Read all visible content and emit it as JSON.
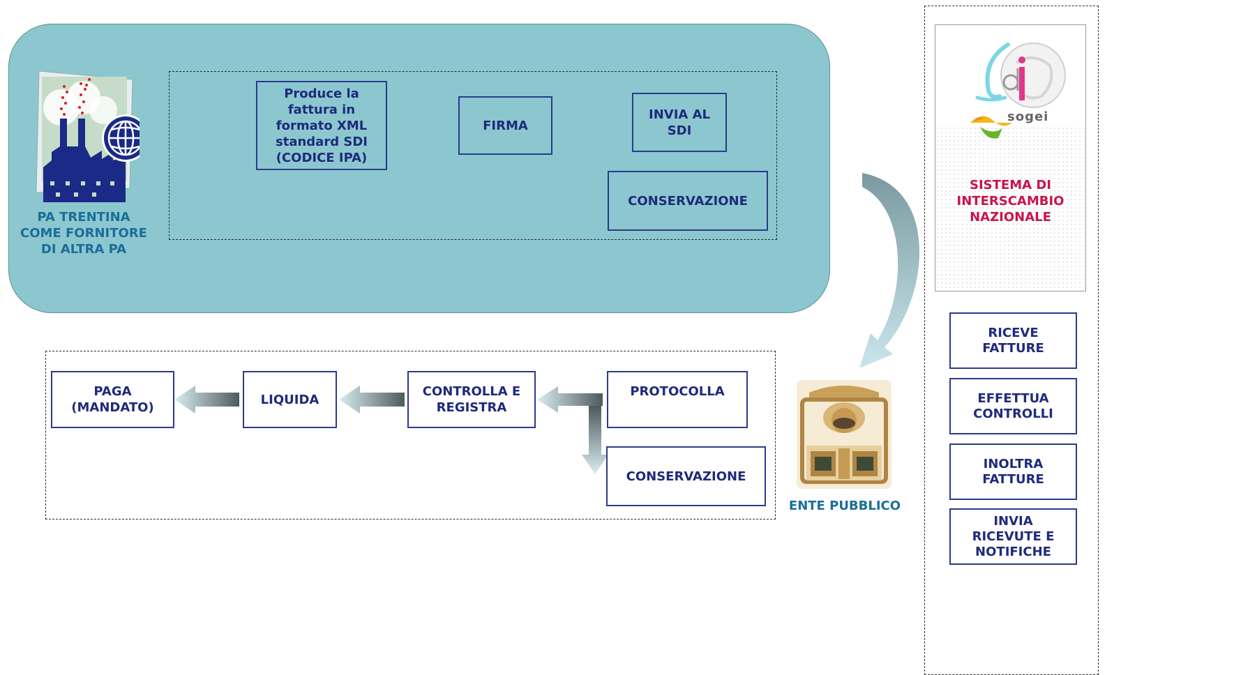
{
  "supplier": {
    "label_lines": [
      "PA TRENTINA",
      "COME FORNITORE",
      "DI ALTRA  PA"
    ],
    "icon": "factory-globe-icon"
  },
  "upper_flow": {
    "produce": [
      "Produce la",
      "fattura in",
      "formato XML",
      "standard SDI",
      "(CODICE IPA)"
    ],
    "firma": "FIRMA",
    "invia": [
      "INVIA AL",
      "SDI"
    ],
    "conservazione": "CONSERVAZIONE"
  },
  "sdi": {
    "logo_text": "sogei",
    "label_lines": [
      "SISTEMA DI",
      "INTERSCAMBIO",
      "NAZIONALE"
    ],
    "steps": [
      [
        "RICEVE",
        "FATTURE"
      ],
      [
        "EFFETTUA",
        "CONTROLLI"
      ],
      [
        "INOLTRA",
        "FATTURE"
      ],
      [
        "INVIA",
        "RICEVUTE E",
        "NOTIFICHE"
      ]
    ]
  },
  "ente": {
    "label": "ENTE PUBBLICO",
    "icon": "building-emblem-icon"
  },
  "lower_flow": {
    "paga": [
      "PAGA",
      "(MANDATO)"
    ],
    "liquida": "LIQUIDA",
    "controlla": [
      "CONTROLLA E",
      "REGISTRA"
    ],
    "protocolla": "PROTOCOLLA",
    "conservazione": "CONSERVAZIONE"
  },
  "colors": {
    "panel": "#8cc7cf",
    "box_border": "#2b3a8c",
    "box_text": "#1e2a7a",
    "label_teal": "#1a6e9a",
    "sdi_label": "#c8144a"
  }
}
